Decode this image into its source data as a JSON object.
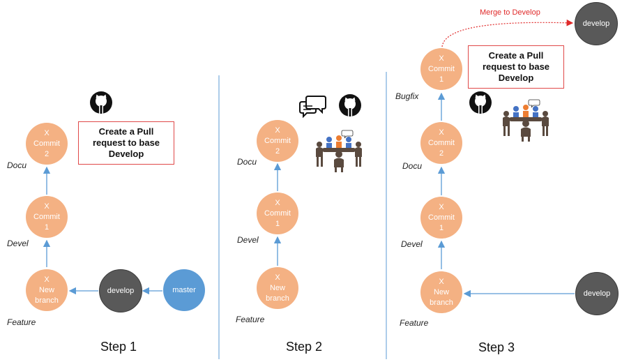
{
  "colors": {
    "commit": "#f4b183",
    "develop": "#595959",
    "master": "#5b9bd5",
    "arrow": "#5b9bd5",
    "pr_border": "#e04848",
    "merge": "#e02a2a",
    "divider": "#5b9bd5"
  },
  "icons": [
    "github-icon",
    "chat-bubbles-icon",
    "meeting-people-icon"
  ],
  "steps": [
    {
      "label": "Step 1",
      "nodes": {
        "feature": {
          "prefix": "X",
          "line1": "New",
          "line2": "branch"
        },
        "devel": {
          "prefix": "X",
          "line1": "Commit",
          "line2": "1"
        },
        "docu": {
          "prefix": "X",
          "line1": "Commit",
          "line2": "2"
        },
        "develop": "develop",
        "master": "master"
      },
      "branch_labels": {
        "feature": "Feature",
        "devel": "Devel",
        "docu": "Docu"
      },
      "pull_request": [
        "Create a Pull",
        "request to base",
        "Develop"
      ]
    },
    {
      "label": "Step 2",
      "nodes": {
        "feature": {
          "prefix": "X",
          "line1": "New",
          "line2": "branch"
        },
        "devel": {
          "prefix": "X",
          "line1": "Commit",
          "line2": "1"
        },
        "docu": {
          "prefix": "X",
          "line1": "Commit",
          "line2": "2"
        }
      },
      "branch_labels": {
        "feature": "Feature",
        "devel": "Devel",
        "docu": "Docu"
      }
    },
    {
      "label": "Step 3",
      "nodes": {
        "feature": {
          "prefix": "X",
          "line1": "New",
          "line2": "branch"
        },
        "devel": {
          "prefix": "X",
          "line1": "Commit",
          "line2": "1"
        },
        "docu": {
          "prefix": "X",
          "line1": "Commit",
          "line2": "2"
        },
        "bugfix": {
          "prefix": "X",
          "line1": "Commit",
          "line2": "1"
        },
        "develop_target": "develop",
        "develop": "develop"
      },
      "branch_labels": {
        "feature": "Feature",
        "devel": "Devel",
        "docu": "Docu",
        "bugfix": "Bugfix"
      },
      "pull_request": [
        "Create a Pull",
        "request to base",
        "Develop"
      ],
      "merge_label": "Merge to Develop"
    }
  ]
}
